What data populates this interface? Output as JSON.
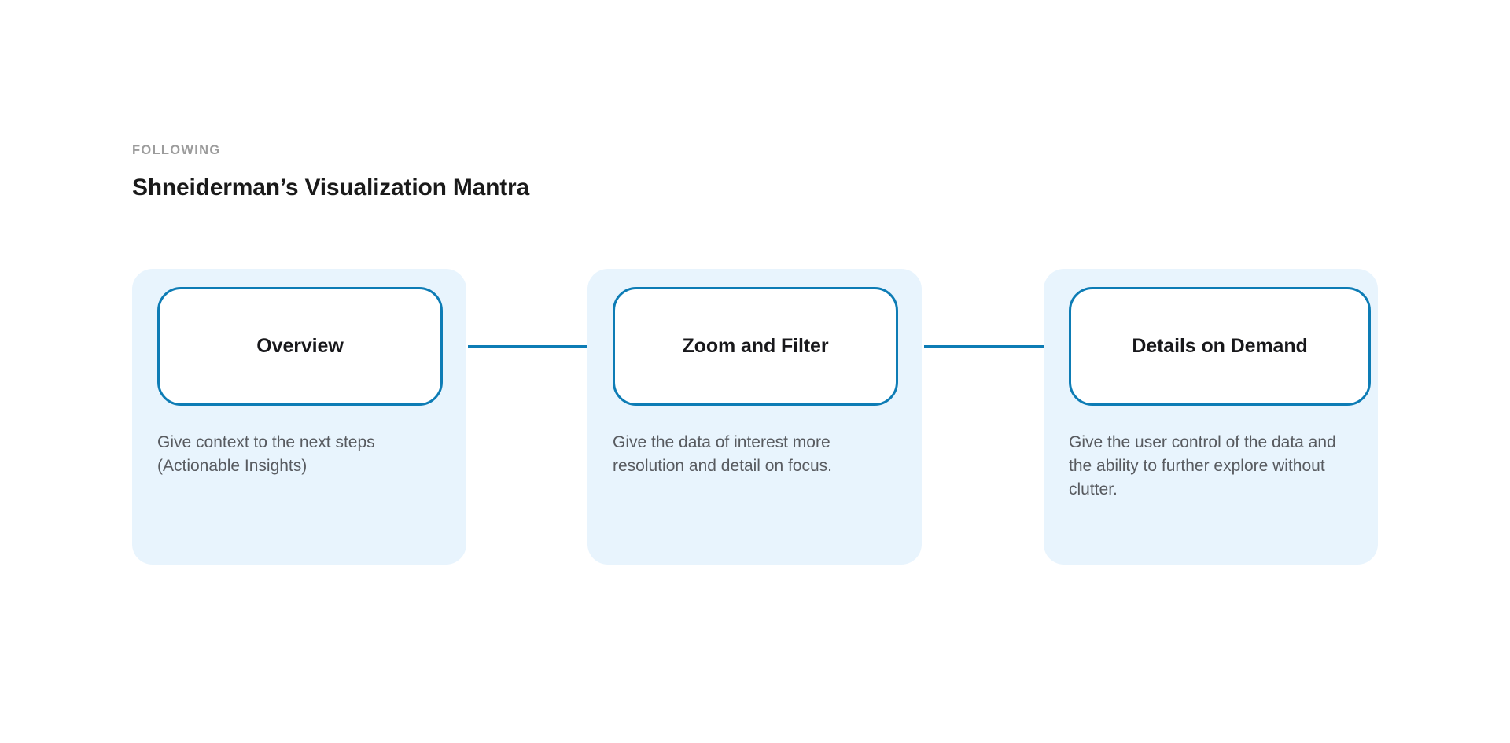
{
  "header": {
    "eyebrow": "FOLLOWING",
    "title": "Shneiderman’s Visualization Mantra"
  },
  "theme": {
    "accent": "#0d7cb5",
    "panel_bg": "#e8f4fd",
    "page_bg": "#ffffff",
    "eyebrow_color": "#9c9c9c",
    "title_color": "#1a1a1a",
    "body_text_color": "#585b60"
  },
  "flow": {
    "connectors": [
      {
        "name": "connector-1-2"
      },
      {
        "name": "connector-2-3"
      }
    ],
    "steps": [
      {
        "label": "Overview",
        "description": "Give context to the next steps (Actionable Insights)"
      },
      {
        "label": "Zoom and Filter",
        "description": "Give the data of interest more resolution and detail on focus."
      },
      {
        "label": "Details on Demand",
        "description": "Give the user control of the data and the ability to further explore without clutter."
      }
    ]
  }
}
